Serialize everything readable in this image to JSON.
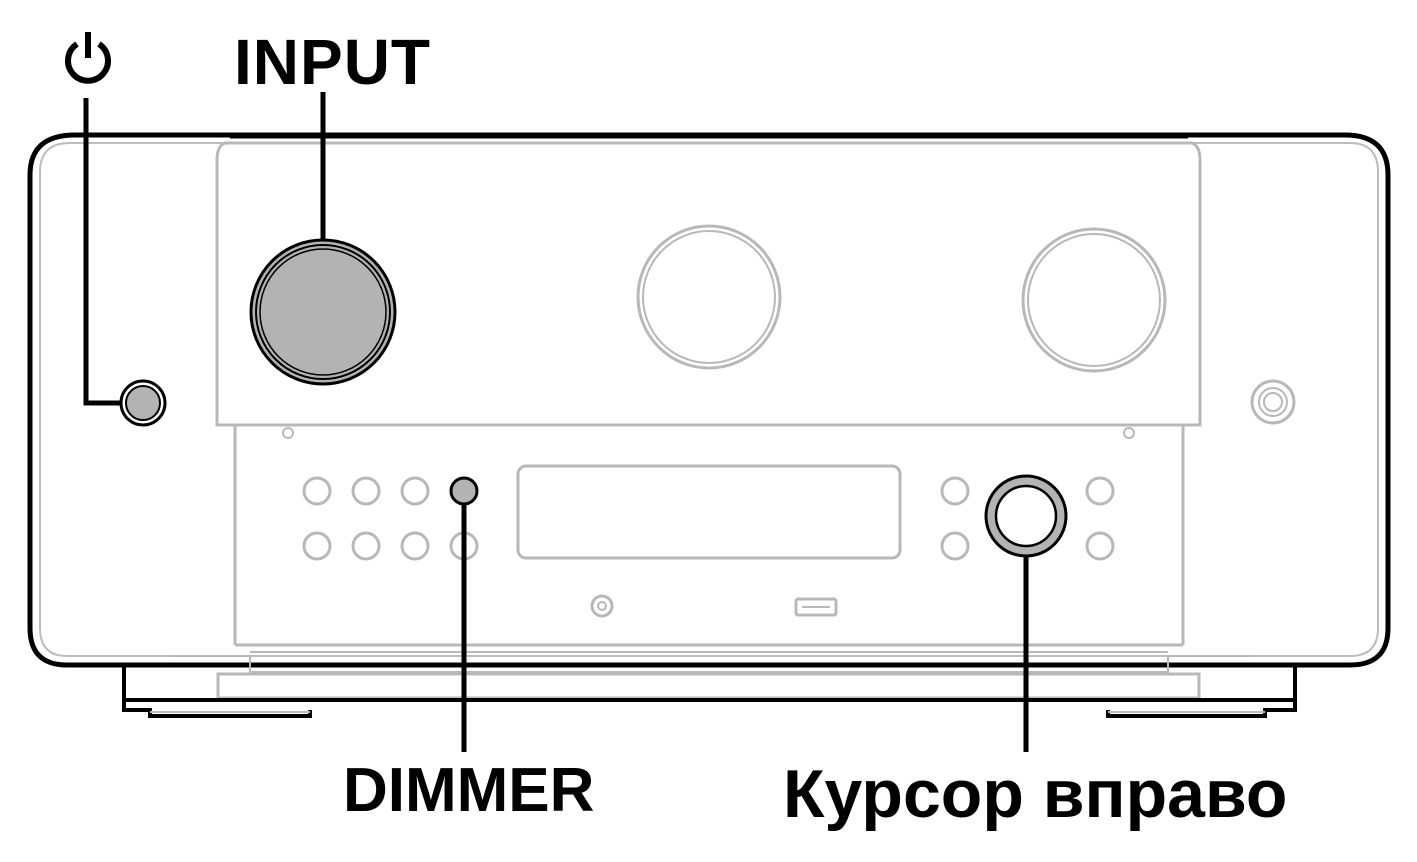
{
  "labels": {
    "input": "INPUT",
    "dimmer": "DIMMER",
    "cursor_right": "Курсор вправо"
  },
  "icons": {
    "power": "power-icon"
  },
  "colors": {
    "outline": "#000000",
    "device_line": "#b8b8b8",
    "highlight_fill": "#b3b3b3"
  }
}
